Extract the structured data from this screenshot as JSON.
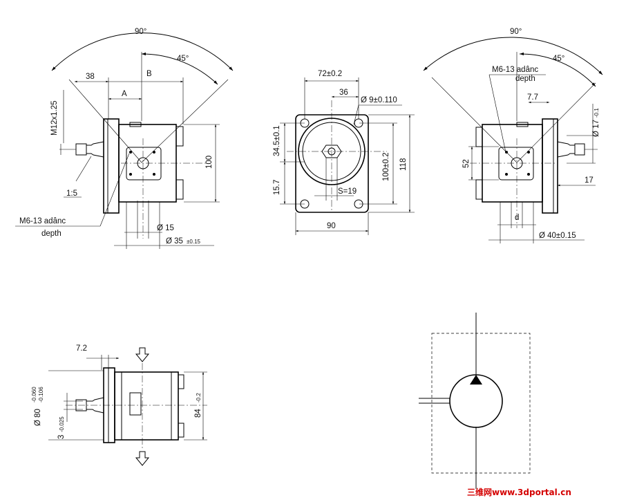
{
  "view_side_left": {
    "angle_total": "90°",
    "angle_half": "45°",
    "dim_38": "38",
    "dim_b": "B",
    "dim_a": "A",
    "thread": "M12x1.25",
    "height_100": "100",
    "taper": "1:5",
    "tap_label_1": "M6-13 adânc",
    "tap_label_2": "depth",
    "dia_15": "Ø 15",
    "dia_35": "Ø 35",
    "dia_35_tol": "±0.15"
  },
  "view_front": {
    "width_72": "72±0.2",
    "dim_36": "36",
    "hole_dia": "Ø 9±0.110",
    "offset_34_5": "34.5±0.1",
    "offset_15_7": "15.7",
    "height_100": "100±0.2",
    "height_118": "118",
    "hex": "S=19",
    "width_90": "90"
  },
  "view_side_right": {
    "angle_total": "90°",
    "angle_half": "45°",
    "tap_label_1": "M6-13 adânc",
    "tap_label_2": "depth",
    "dim_7_7": "7.7",
    "shaft_dia": "Ø 17",
    "shaft_tol": "-0.1",
    "dim_52": "52",
    "dim_17": "17",
    "dim_d": "d",
    "pilot_dia": "Ø 40±0.15"
  },
  "view_bottom": {
    "dim_7_2": "7.2",
    "pilot_dia": "Ø 80",
    "pilot_tol_upper": "-0.060",
    "pilot_tol_lower": "-0.106",
    "key": "3",
    "key_tol": "-0.025",
    "height_84": "84",
    "height_84_tol": "-0.2"
  },
  "watermark": "三维网www.3dportal.cn"
}
